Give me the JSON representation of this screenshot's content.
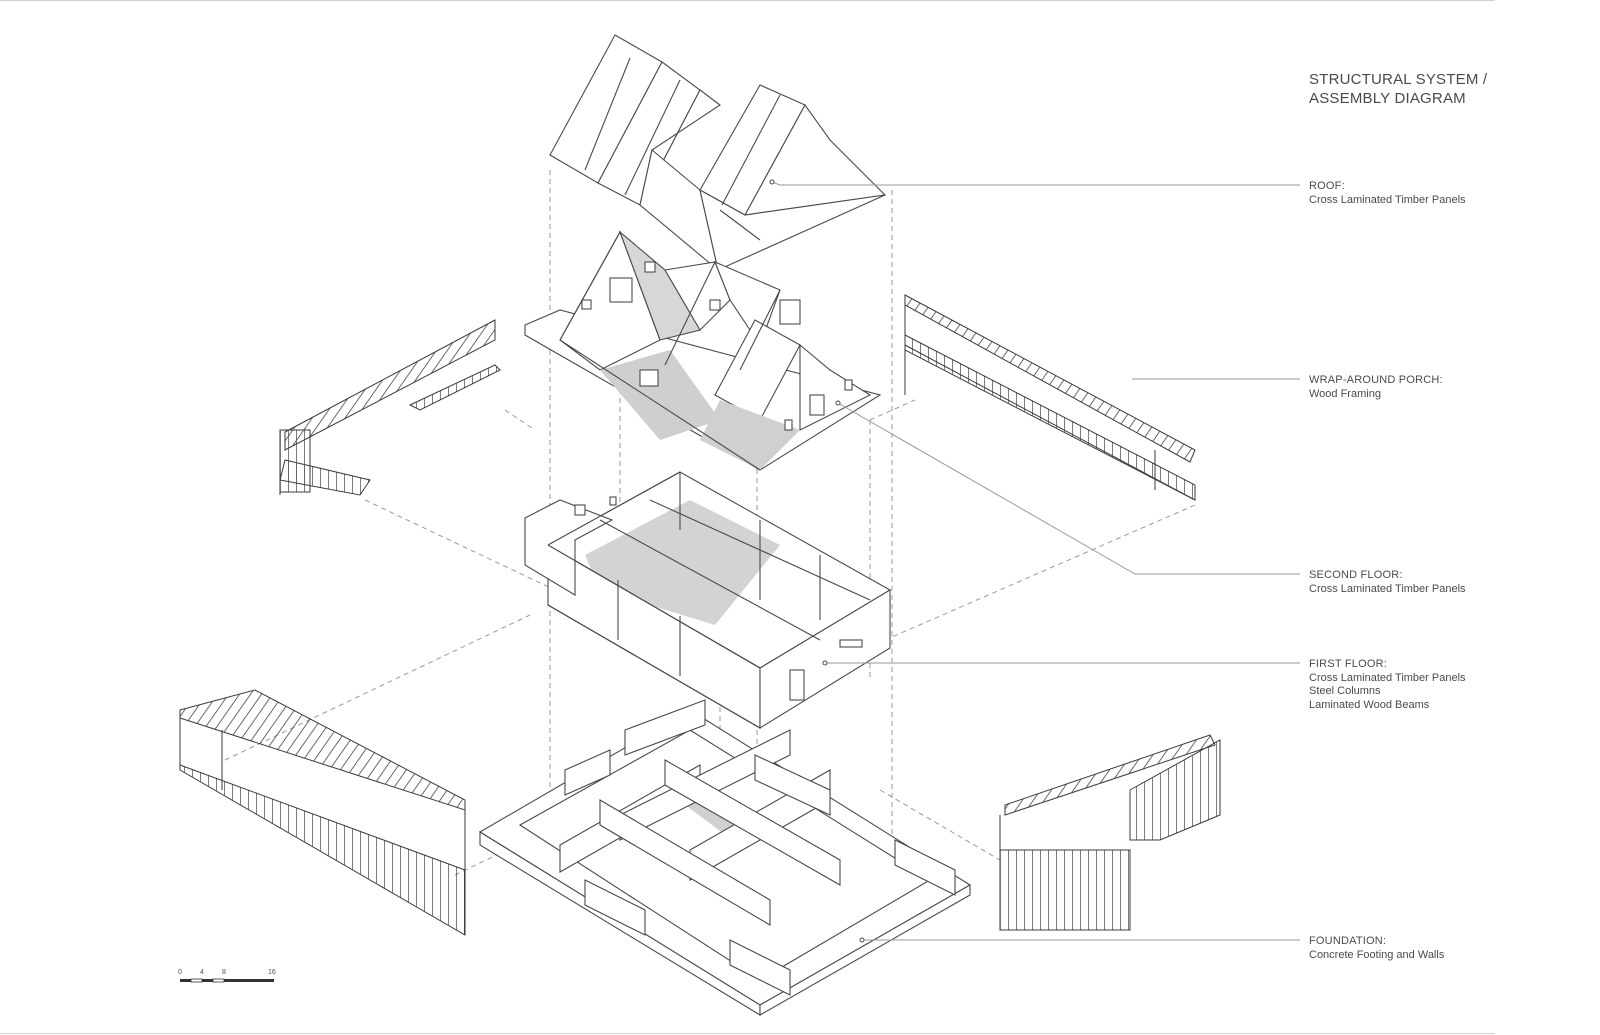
{
  "title": {
    "line1": "STRUCTURAL SYSTEM /",
    "line2": "ASSEMBLY DIAGRAM"
  },
  "callouts": [
    {
      "id": "roof",
      "heading": "ROOF:",
      "lines": [
        "Cross Laminated Timber Panels"
      ]
    },
    {
      "id": "porch",
      "heading": "WRAP-AROUND PORCH:",
      "lines": [
        "Wood Framing"
      ]
    },
    {
      "id": "second_floor",
      "heading": "SECOND FLOOR:",
      "lines": [
        "Cross Laminated Timber Panels"
      ]
    },
    {
      "id": "first_floor",
      "heading": "FIRST FLOOR:",
      "lines": [
        "Cross Laminated Timber Panels",
        "Steel Columns",
        "Laminated Wood Beams"
      ]
    },
    {
      "id": "foundation",
      "heading": "FOUNDATION:",
      "lines": [
        "Concrete Footing and Walls"
      ]
    }
  ],
  "scale_bar": {
    "ticks": [
      "0",
      "4",
      "8",
      "16"
    ]
  },
  "colors": {
    "line": "#4a4a4a",
    "shade": "#c8c8c8",
    "leader": "#9a9a9a"
  }
}
